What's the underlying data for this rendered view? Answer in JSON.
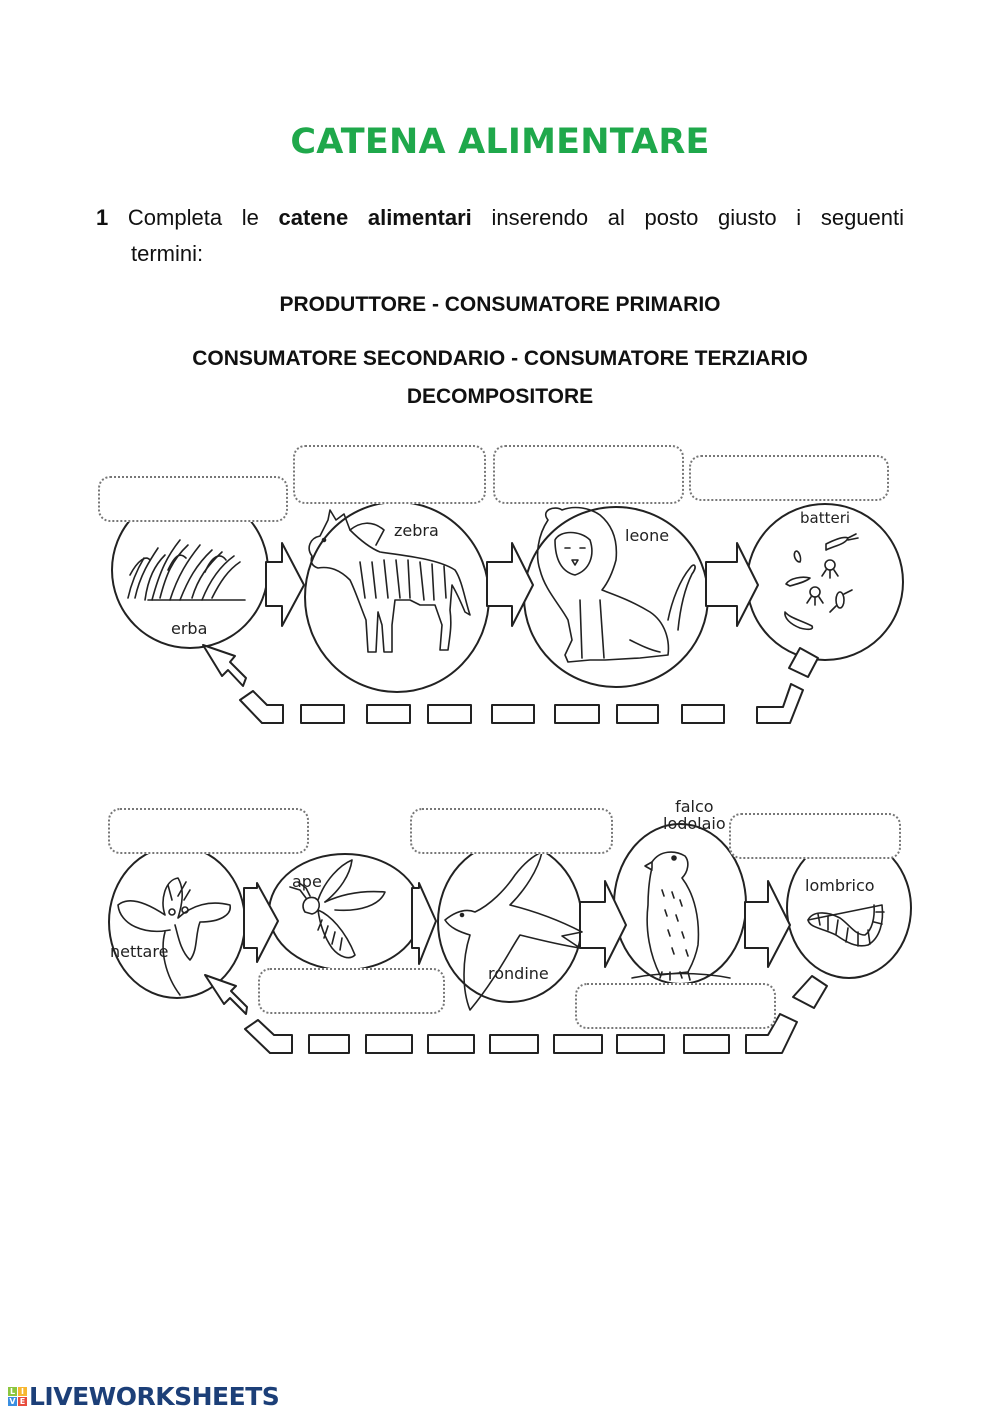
{
  "worksheet": {
    "title": "CATENA ALIMENTARE",
    "instruction": {
      "number": "1",
      "text_before": "Completa le",
      "bold": "catene alimentari",
      "text_after": "inserendo al posto giusto i seguenti",
      "line2": "termini:"
    },
    "terms": {
      "line1": "PRODUTTORE - CONSUMATORE PRIMARIO",
      "line2": "CONSUMATORE SECONDARIO - CONSUMATORE TERZIARIO",
      "line3": "DECOMPOSITORE"
    }
  },
  "chain1": {
    "organisms": [
      {
        "label": "erba",
        "icon": "grass-icon"
      },
      {
        "label": "zebra",
        "icon": "zebra-icon"
      },
      {
        "label": "leone",
        "icon": "lion-icon"
      },
      {
        "label": "batteri",
        "icon": "bacteria-icon"
      }
    ],
    "answer_boxes": [
      "",
      "",
      "",
      ""
    ]
  },
  "chain2": {
    "organisms": [
      {
        "label": "nettare",
        "icon": "flower-icon"
      },
      {
        "label": "ape",
        "icon": "bee-icon"
      },
      {
        "label": "rondine",
        "icon": "swallow-icon"
      },
      {
        "label": "falco lodolaio",
        "label_line1": "falco",
        "label_line2": "lodolaio",
        "icon": "falcon-icon"
      },
      {
        "label": "lombrico",
        "icon": "earthworm-icon"
      }
    ],
    "answer_boxes": [
      "",
      "",
      "",
      "",
      ""
    ]
  },
  "footer": {
    "brand": "LIVEWORKSHEETS",
    "logo_letters": [
      "L",
      "I",
      "V",
      "E"
    ],
    "logo_colors": [
      "#8cc63f",
      "#f7b731",
      "#3b8ee0",
      "#e84c3d"
    ]
  }
}
